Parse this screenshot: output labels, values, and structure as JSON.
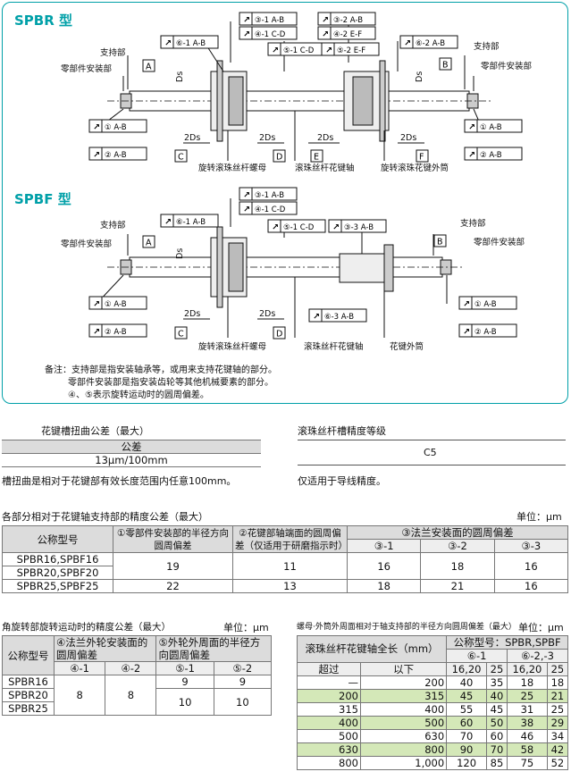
{
  "spbr": {
    "title": "SPBR 型",
    "support": "支持部",
    "mount": "零部件安装部",
    "support_r": "支持部",
    "mount_r": "零部件安装部",
    "tol_6_1": "⑥-1 A-B",
    "tol_3_1": "③-1 A-B",
    "tol_4_1": "④-1 C-D",
    "tol_5_1": "⑤-1 C-D",
    "tol_3_2": "③-2 A-B",
    "tol_4_2": "④-2 E-F",
    "tol_5_2": "⑤-2 E-F",
    "tol_6_2": "⑥-2 A-B",
    "tol_1": "① A-B",
    "tol_2": "② A-B",
    "tol_1r": "① A-B",
    "tol_2r": "② A-B",
    "ds": "Ds",
    "twods": "2Ds",
    "A": "A",
    "B": "B",
    "C": "C",
    "D": "D",
    "E": "E",
    "F": "F",
    "nut": "旋转滚珠丝杆螺母",
    "shaft": "滚珠丝杆花键轴",
    "outer": "旋转滚珠花键外筒"
  },
  "spbf": {
    "title": "SPBF 型",
    "support": "支持部",
    "mount": "零部件安装部",
    "support_r": "支持部",
    "mount_r": "零部件安装部",
    "tol_6_1": "⑥-1 A-B",
    "tol_3_1": "③-1 A-B",
    "tol_4_1": "④-1 C-D",
    "tol_5_1": "⑤-1 C-D",
    "tol_3_3": "③-3 A-B",
    "tol_6_3": "⑥-3 A-B",
    "tol_1": "① A-B",
    "tol_2": "② A-B",
    "tol_1r": "① A-B",
    "tol_2r": "② A-B",
    "ds": "Ds",
    "twods": "2Ds",
    "A": "A",
    "B": "B",
    "C": "C",
    "D": "D",
    "nut": "旋转滚珠丝杆螺母",
    "shaft": "滚珠丝杆花键轴",
    "outer": "花键外筒"
  },
  "notes": [
    "备注：支持部是指安装轴承等，或用来支持花键轴的部分。",
    "零部件安装部是指安装齿轮等其他机械要素的部分。",
    "④、⑤表示旋转运动时的圆周偏差。"
  ],
  "torsion": {
    "heading": "花键槽扭曲公差（最大）",
    "col": "公差",
    "value": "13μm/100mm",
    "note": "槽扭曲是相对于花键部有效长度范围内任意100mm。"
  },
  "lead": {
    "heading": "滚珠丝杆槽精度等级",
    "value": "C5",
    "note": "仅适用于导线精度。"
  },
  "table1": {
    "heading": "各部分相对于花键轴支持部的精度公差（最大）",
    "unit": "单位：μm",
    "h_model": "公称型号",
    "h1": "①零部件安装部的半径方向圆周偏差",
    "h2": "②花键部轴端面的圆周偏差（仅适用于研磨指示时）",
    "h3": "③法兰安装面的圆周偏差",
    "h3_1": "③-1",
    "h3_2": "③-2",
    "h3_3": "③-3",
    "rows": [
      [
        "SPBR16,SPBF16",
        "",
        "",
        "",
        "",
        ""
      ],
      [
        "SPBR20,SPBF20",
        "19",
        "11",
        "16",
        "18",
        "16"
      ],
      [
        "SPBR25,SPBF25",
        "22",
        "13",
        "18",
        "21",
        "16"
      ]
    ]
  },
  "table2": {
    "heading": "角旋转部旋转运动时的精度公差（最大）",
    "unit": "单位：μm",
    "h_model": "公称型号",
    "h4": "④法兰外轮安装面的圆周偏差",
    "h5": "⑤外轮外周面的半径方向圆周偏差",
    "h4_1": "④-1",
    "h4_2": "④-2",
    "h5_1": "⑤-1",
    "h5_2": "⑤-2",
    "models": [
      "SPBR16",
      "SPBR20",
      "SPBR25"
    ],
    "v4_1": "8",
    "v4_2": "8",
    "v5_1a": "9",
    "v5_2a": "9",
    "v5_1b": "10",
    "v5_2b": "10"
  },
  "table3": {
    "heading": "螺母·外筒外周面相对于轴支持部的半径方向圆周偏差（最大）",
    "unit": "单位：μm",
    "h_len": "滚珠丝杆花键轴全长（mm）",
    "h_model": "公称型号：SPBR,SPBF",
    "h6_1": "⑥-1",
    "h6_23": "⑥-2,-3",
    "h_over": "超过",
    "h_below": "以下",
    "h_a": "16,20",
    "h_b": "25",
    "h_c": "16,20",
    "h_d": "25",
    "rows": [
      [
        "—",
        "200",
        "40",
        "35",
        "18",
        "18"
      ],
      [
        "200",
        "315",
        "45",
        "40",
        "25",
        "21"
      ],
      [
        "315",
        "400",
        "55",
        "45",
        "31",
        "25"
      ],
      [
        "400",
        "500",
        "60",
        "50",
        "38",
        "29"
      ],
      [
        "500",
        "630",
        "70",
        "60",
        "46",
        "34"
      ],
      [
        "630",
        "800",
        "90",
        "70",
        "58",
        "42"
      ],
      [
        "800",
        "1,000",
        "120",
        "85",
        "75",
        "52"
      ]
    ]
  }
}
